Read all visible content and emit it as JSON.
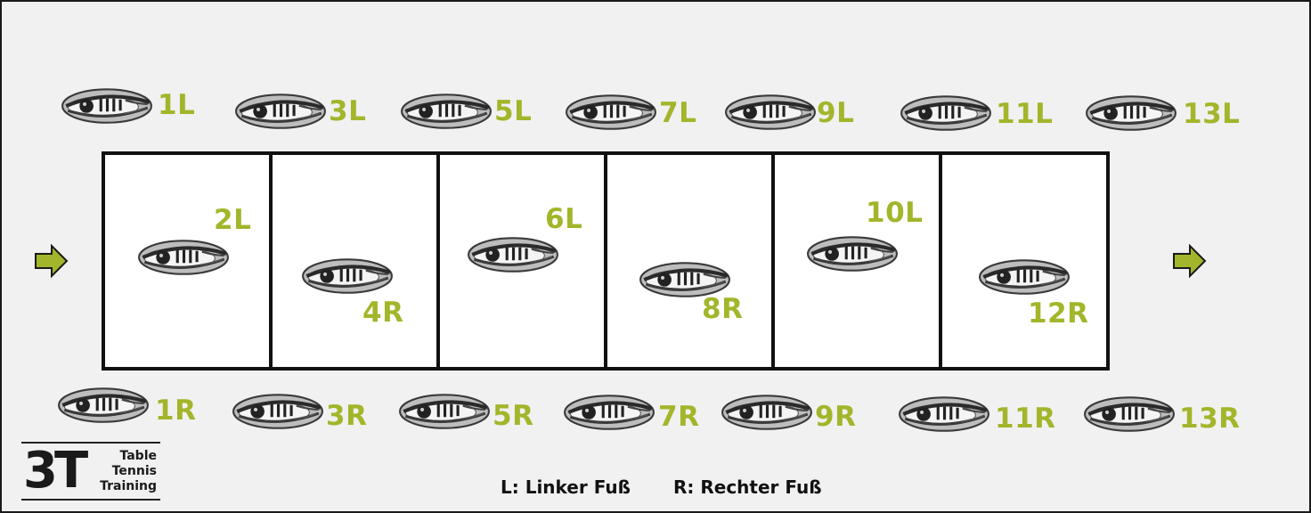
{
  "top_row": [
    "1L",
    "3L",
    "5L",
    "7L",
    "9L",
    "11L",
    "13L"
  ],
  "ladder_steps": [
    "2L",
    "4R",
    "6L",
    "8R",
    "10L",
    "12R"
  ],
  "bottom_row": [
    "1R",
    "3R",
    "5R",
    "7R",
    "9R",
    "11R",
    "13R"
  ],
  "legend": {
    "left": "L: Linker Fuß",
    "right": "R: Rechter Fuß"
  },
  "logo": {
    "mark": "3T",
    "line1": "Table",
    "line2": "Tennis",
    "line3": "Training"
  },
  "icons": {
    "footprint": "footprint-icon",
    "arrow": "arrow-right-icon"
  },
  "colors": {
    "label": "#a3b52a",
    "arrow": "#a3b52a",
    "background": "#f1f1f1",
    "ladder_fill": "#ffffff",
    "ladder_border": "#111111"
  }
}
